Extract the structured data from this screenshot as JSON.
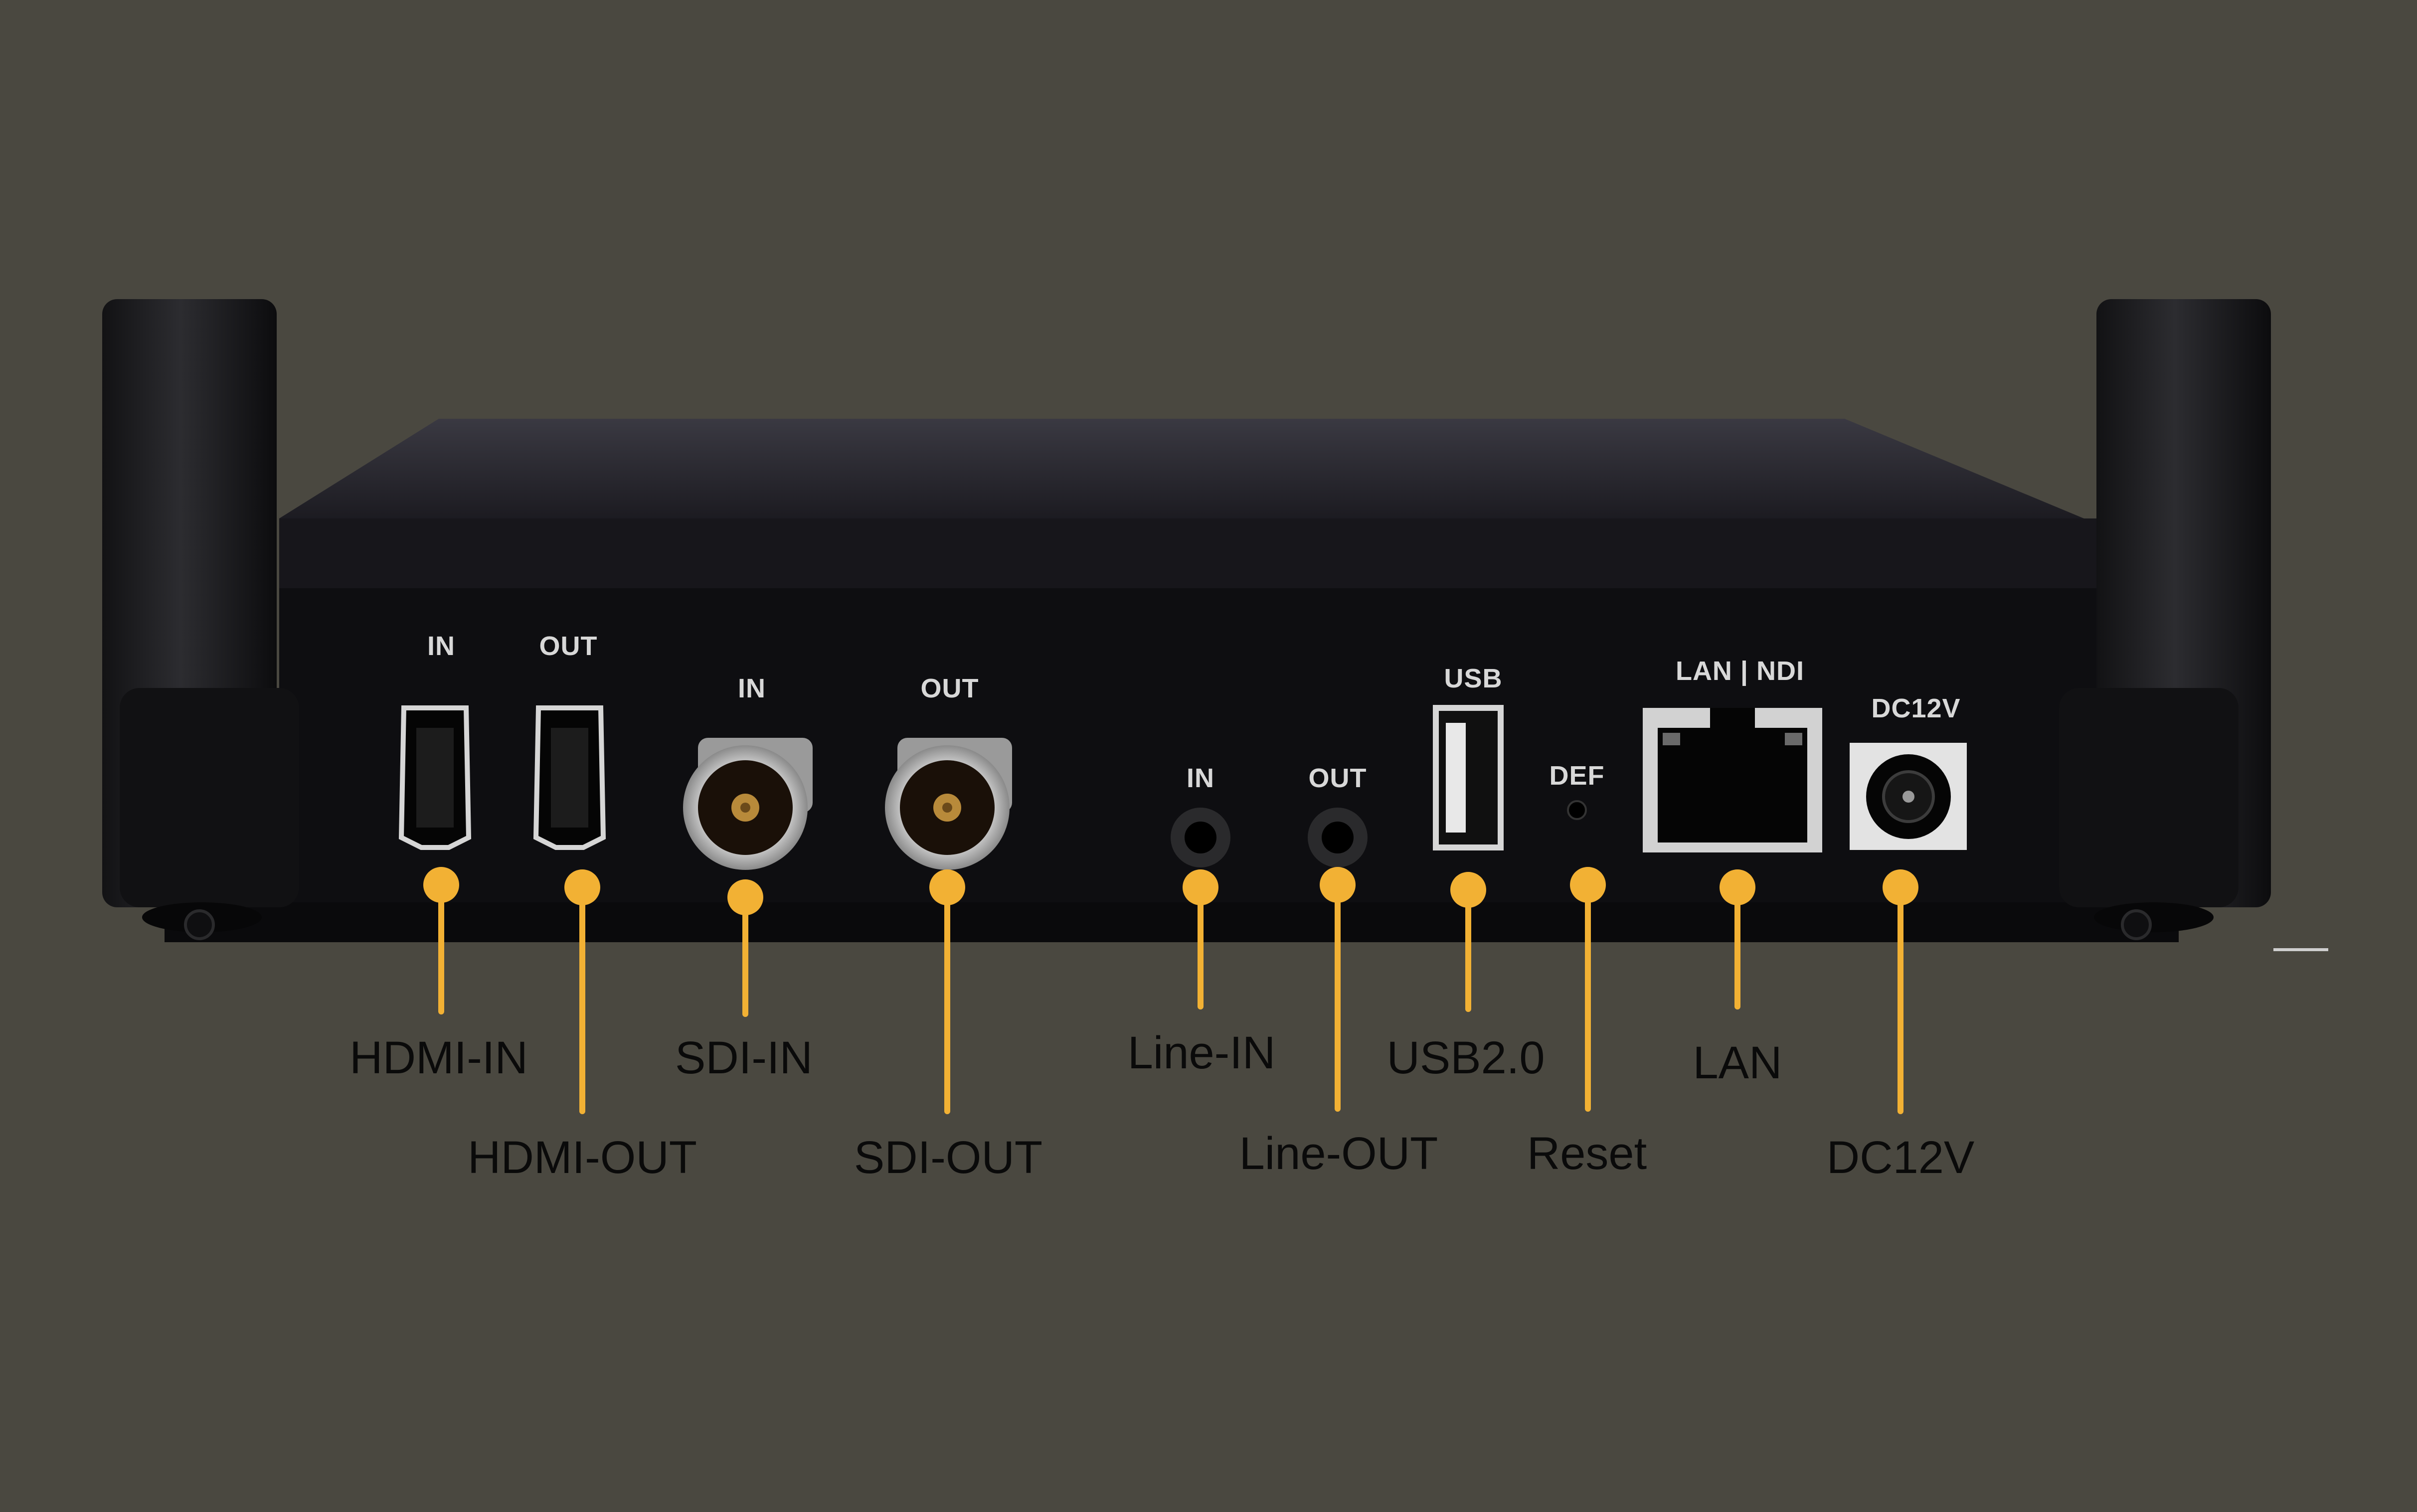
{
  "colors": {
    "background": "#4a4840",
    "device_body": "#0e0e11",
    "device_top": "#26252c",
    "callout_accent": "#f2b134",
    "callout_text": "#0a0a0a",
    "panel_text": "#d8d8d8"
  },
  "device_panel_labels": {
    "hdmi_in": "IN",
    "hdmi_out": "OUT",
    "sdi_in": "IN",
    "sdi_out": "OUT",
    "line_in": "IN",
    "line_out": "OUT",
    "usb": "USB",
    "reset": "DEF",
    "lan": "LAN | NDI",
    "dc": "DC12V"
  },
  "callouts": {
    "hdmi_in": "HDMI-IN",
    "hdmi_out": "HDMI-OUT",
    "sdi_in": "SDI-IN",
    "sdi_out": "SDI-OUT",
    "line_in": "Line-IN",
    "line_out": "Line-OUT",
    "usb": "USB2.0",
    "reset": "Reset",
    "lan": "LAN",
    "dc": "DC12V"
  },
  "icons": [
    "hdmi-port-icon",
    "bnc-connector-icon",
    "audio-jack-icon",
    "usb-port-icon",
    "rj45-port-icon",
    "dc-jack-icon",
    "antenna-icon"
  ]
}
